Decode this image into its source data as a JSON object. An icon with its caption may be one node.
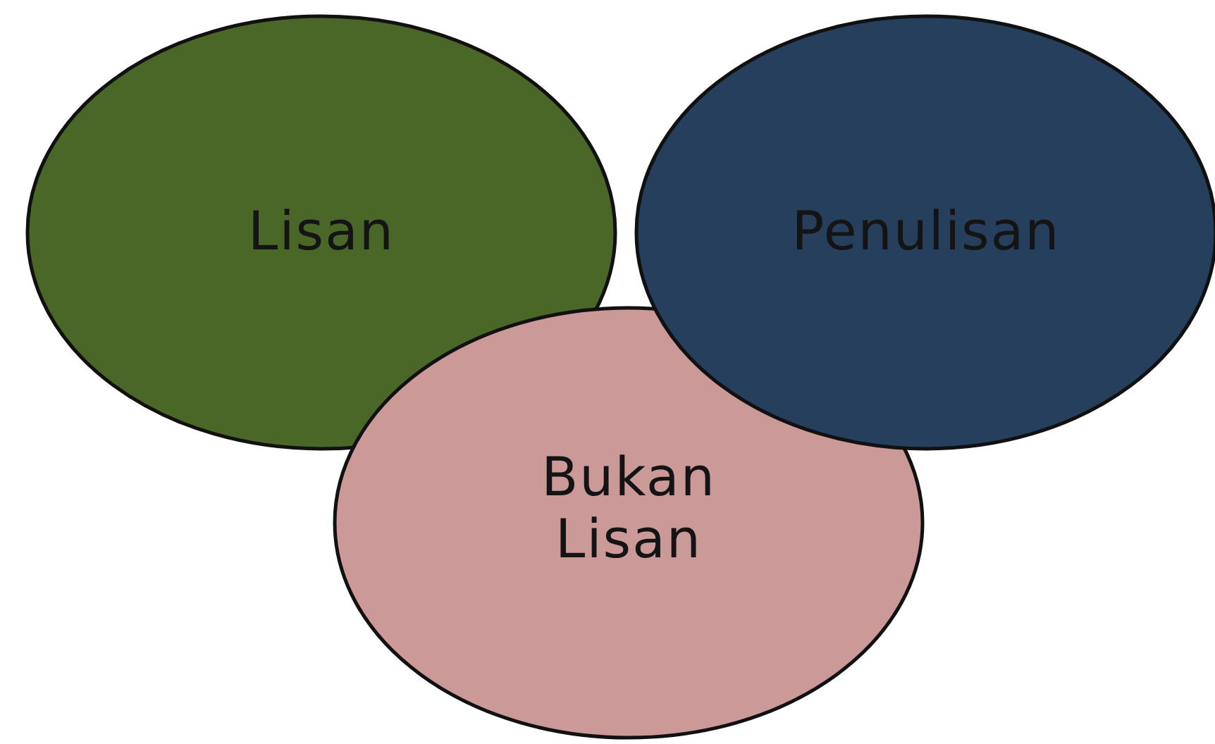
{
  "diagram": {
    "nodes": [
      {
        "text": [
          "Lisan"
        ]
      },
      {
        "text": [
          "Penulisan"
        ]
      },
      {
        "text": [
          "Bukan Lisan"
        ]
      }
    ],
    "edges": []
  }
}
